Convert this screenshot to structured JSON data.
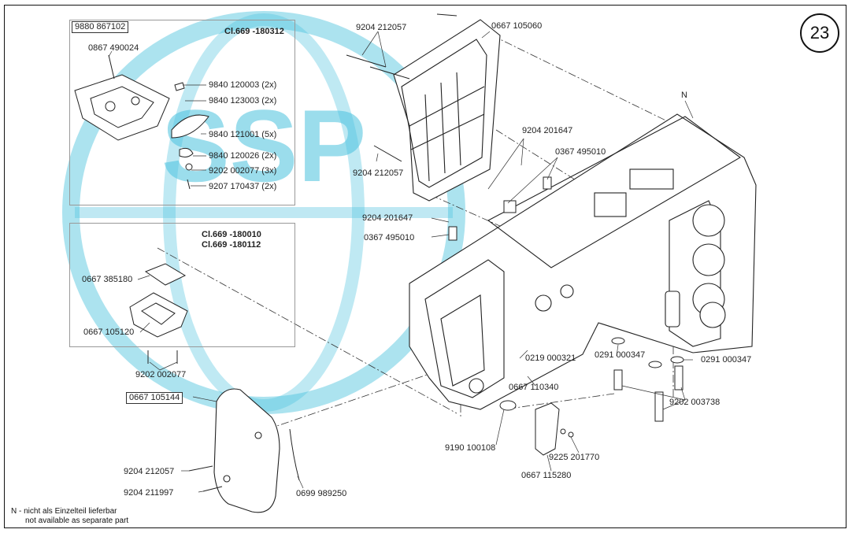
{
  "page_number": "23",
  "watermark_text": "SSP",
  "colors": {
    "watermark": "#29b6d8",
    "line": "#333333"
  },
  "inset_top": {
    "part_no": "9880 867102",
    "class_label": "Cl.669 -180312",
    "parts": [
      "0867 490024",
      "9840 120003 (2x)",
      "9840 123003 (2x)",
      "9840 121001 (5x)",
      "9840 120026 (2x)",
      "9202 002077 (3x)",
      "9207 170437 (2x)"
    ]
  },
  "inset_bottom": {
    "class_label_1": "Cl.669 -180010",
    "class_label_2": "Cl.669 -180112",
    "parts": [
      "0667 385180",
      "0667 105120",
      "9202 002077"
    ]
  },
  "main_parts": {
    "p1": "9204 212057",
    "p2": "0667 105060",
    "p3": "9204 212057",
    "p4": "9204 201647",
    "p5": "0367 495010",
    "p6": "9204 201647",
    "p7": "0367 495010",
    "p8": "N",
    "p9": "0219 000321",
    "p10": "0667 110340",
    "p11": "0291 000347",
    "p12": "0291 000347",
    "p13": "9202 003738",
    "p14": "9190 100108",
    "p15": "9225 201770",
    "p16": "0667 115280",
    "p17": "0667 105144",
    "p18": "9204 212057",
    "p19": "9204 211997",
    "p20": "0699 989250"
  },
  "footnote": {
    "line1": "N - nicht als Einzelteil lieferbar",
    "line2": "not available as separate part"
  }
}
